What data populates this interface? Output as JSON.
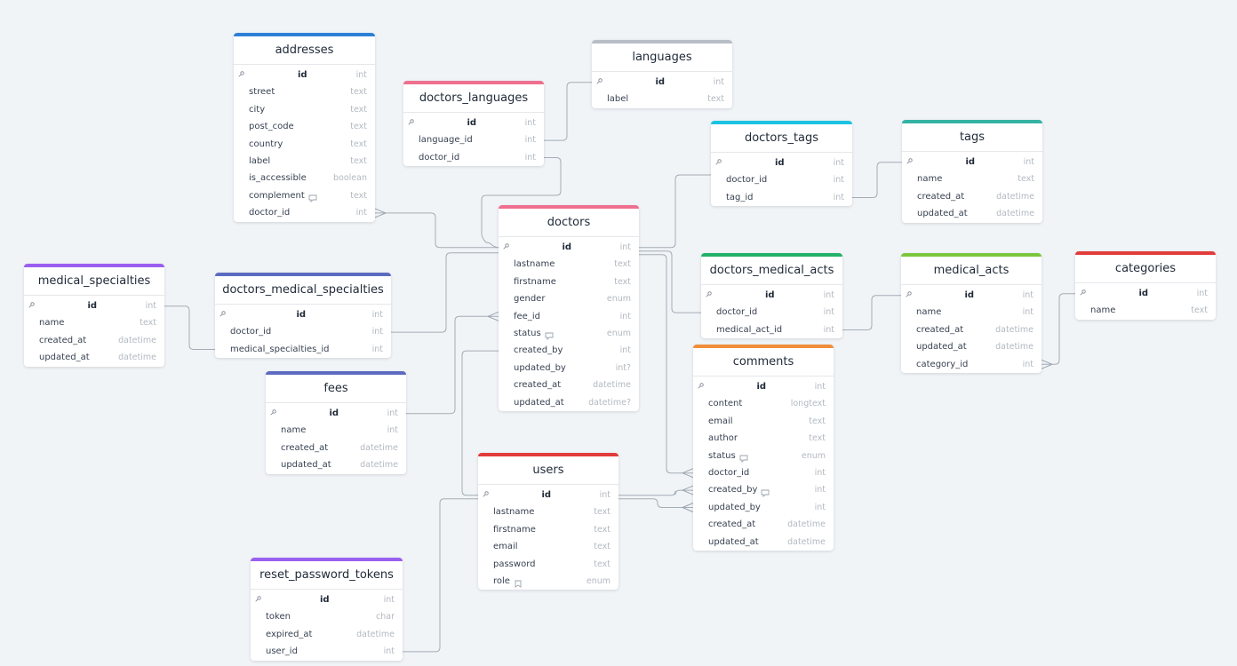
{
  "colors": {
    "blue": "#2e7fd6",
    "pink": "#ef6f8f",
    "gray": "#b7bec7",
    "cyan": "#1cc3e0",
    "teal": "#34b3a4",
    "purple": "#9a5ff0",
    "indigo": "#5c6bc0",
    "green": "#22b26a",
    "lime": "#7cc63d",
    "red": "#e23b3b",
    "orange": "#f08f3b"
  },
  "tables": [
    {
      "name": "addresses",
      "fields": [
        {
          "name": "id",
          "type": "int",
          "pk": true
        },
        {
          "name": "street",
          "type": "text"
        },
        {
          "name": "city",
          "type": "text"
        },
        {
          "name": "post_code",
          "type": "text"
        },
        {
          "name": "country",
          "type": "text"
        },
        {
          "name": "label",
          "type": "text"
        },
        {
          "name": "is_accessible",
          "type": "boolean"
        },
        {
          "name": "complement",
          "type": "text",
          "icon": "note-icon"
        },
        {
          "name": "doctor_id",
          "type": "int"
        }
      ]
    },
    {
      "name": "doctors_languages",
      "fields": [
        {
          "name": "id",
          "type": "int",
          "pk": true
        },
        {
          "name": "language_id",
          "type": "int"
        },
        {
          "name": "doctor_id",
          "type": "int"
        }
      ]
    },
    {
      "name": "languages",
      "fields": [
        {
          "name": "id",
          "type": "int",
          "pk": true
        },
        {
          "name": "label",
          "type": "text"
        }
      ]
    },
    {
      "name": "doctors_tags",
      "fields": [
        {
          "name": "id",
          "type": "int",
          "pk": true
        },
        {
          "name": "doctor_id",
          "type": "int"
        },
        {
          "name": "tag_id",
          "type": "int"
        }
      ]
    },
    {
      "name": "tags",
      "fields": [
        {
          "name": "id",
          "type": "int",
          "pk": true
        },
        {
          "name": "name",
          "type": "text"
        },
        {
          "name": "created_at",
          "type": "datetime"
        },
        {
          "name": "updated_at",
          "type": "datetime"
        }
      ]
    },
    {
      "name": "doctors",
      "fields": [
        {
          "name": "id",
          "type": "int",
          "pk": true
        },
        {
          "name": "lastname",
          "type": "text"
        },
        {
          "name": "firstname",
          "type": "text"
        },
        {
          "name": "gender",
          "type": "enum"
        },
        {
          "name": "fee_id",
          "type": "int"
        },
        {
          "name": "status",
          "type": "enum",
          "icon": "note-icon"
        },
        {
          "name": "created_by",
          "type": "int"
        },
        {
          "name": "updated_by",
          "type": "int?"
        },
        {
          "name": "created_at",
          "type": "datetime"
        },
        {
          "name": "updated_at",
          "type": "datetime?"
        }
      ]
    },
    {
      "name": "medical_specialties",
      "fields": [
        {
          "name": "id",
          "type": "int",
          "pk": true
        },
        {
          "name": "name",
          "type": "text"
        },
        {
          "name": "created_at",
          "type": "datetime"
        },
        {
          "name": "updated_at",
          "type": "datetime"
        }
      ]
    },
    {
      "name": "doctors_medical_specialties",
      "fields": [
        {
          "name": "id",
          "type": "int",
          "pk": true
        },
        {
          "name": "doctor_id",
          "type": "int"
        },
        {
          "name": "medical_specialties_id",
          "type": "int"
        }
      ]
    },
    {
      "name": "doctors_medical_acts",
      "fields": [
        {
          "name": "id",
          "type": "int",
          "pk": true
        },
        {
          "name": "doctor_id",
          "type": "int"
        },
        {
          "name": "medical_act_id",
          "type": "int"
        }
      ]
    },
    {
      "name": "medical_acts",
      "fields": [
        {
          "name": "id",
          "type": "int",
          "pk": true
        },
        {
          "name": "name",
          "type": "int"
        },
        {
          "name": "created_at",
          "type": "datetime"
        },
        {
          "name": "updated_at",
          "type": "datetime"
        },
        {
          "name": "category_id",
          "type": "int"
        }
      ]
    },
    {
      "name": "categories",
      "fields": [
        {
          "name": "id",
          "type": "int",
          "pk": true
        },
        {
          "name": "name",
          "type": "text"
        }
      ]
    },
    {
      "name": "fees",
      "fields": [
        {
          "name": "id",
          "type": "int",
          "pk": true
        },
        {
          "name": "name",
          "type": "int"
        },
        {
          "name": "created_at",
          "type": "datetime"
        },
        {
          "name": "updated_at",
          "type": "datetime"
        }
      ]
    },
    {
      "name": "comments",
      "fields": [
        {
          "name": "id",
          "type": "int",
          "pk": true
        },
        {
          "name": "content",
          "type": "longtext"
        },
        {
          "name": "email",
          "type": "text"
        },
        {
          "name": "author",
          "type": "text"
        },
        {
          "name": "status",
          "type": "enum",
          "icon": "note-icon"
        },
        {
          "name": "doctor_id",
          "type": "int"
        },
        {
          "name": "created_by",
          "type": "int",
          "icon": "note-icon"
        },
        {
          "name": "updated_by",
          "type": "int"
        },
        {
          "name": "created_at",
          "type": "datetime"
        },
        {
          "name": "updated_at",
          "type": "datetime"
        }
      ]
    },
    {
      "name": "users",
      "fields": [
        {
          "name": "id",
          "type": "int",
          "pk": true
        },
        {
          "name": "lastname",
          "type": "text"
        },
        {
          "name": "firstname",
          "type": "text"
        },
        {
          "name": "email",
          "type": "text"
        },
        {
          "name": "password",
          "type": "text"
        },
        {
          "name": "role",
          "type": "enum",
          "icon": "enum-icon"
        }
      ]
    },
    {
      "name": "reset_password_tokens",
      "fields": [
        {
          "name": "id",
          "type": "int",
          "pk": true
        },
        {
          "name": "token",
          "type": "char"
        },
        {
          "name": "expired_at",
          "type": "datetime"
        },
        {
          "name": "user_id",
          "type": "int"
        }
      ]
    }
  ]
}
